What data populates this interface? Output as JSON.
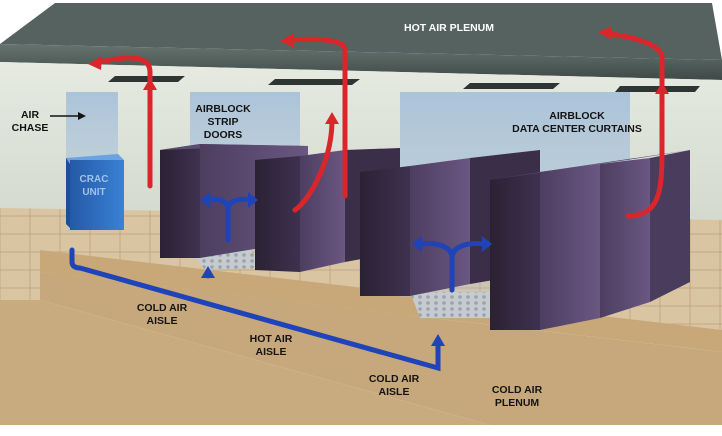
{
  "labels": {
    "hot_air_plenum": "HOT AIR PLENUM",
    "air_chase_1": "AIR",
    "air_chase_2": "CHASE",
    "crac_unit_1": "CRAC",
    "crac_unit_2": "UNIT",
    "strip_doors_1": "AIRBLOCK",
    "strip_doors_2": "STRIP",
    "strip_doors_3": "DOORS",
    "curtains_1": "AIRBLOCK",
    "curtains_2": "DATA CENTER CURTAINS",
    "cold_aisle_left_1": "COLD AIR",
    "cold_aisle_left_2": "AISLE",
    "hot_aisle_1": "HOT AIR",
    "hot_aisle_2": "AISLE",
    "cold_aisle_right_1": "COLD AIR",
    "cold_aisle_right_2": "AISLE",
    "cold_plenum_1": "COLD AIR",
    "cold_plenum_2": "PLENUM"
  },
  "colors": {
    "ceiling": "#4f5c59",
    "wall": "#e2e6dc",
    "floor": "#d8c3a0",
    "plenum": "#c2a173",
    "rack": "#3c2f48",
    "curtain": "#8fb2d8",
    "crac": "#2e6fc0",
    "cold_air": "#1f43b8",
    "hot_air": "#d9262b"
  }
}
